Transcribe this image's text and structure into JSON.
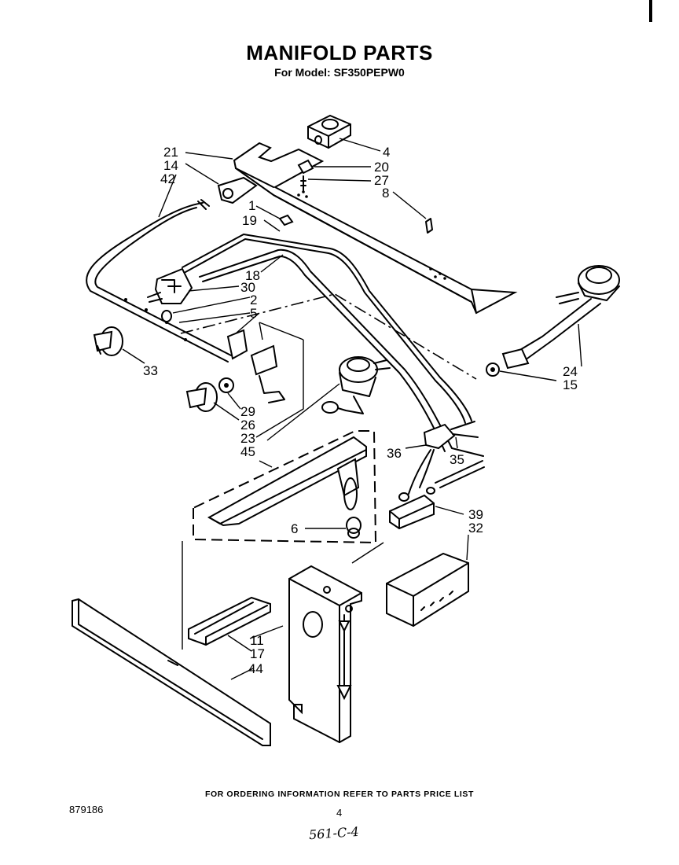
{
  "title": "MANIFOLD PARTS",
  "subtitle": "For Model: SF350PEPW0",
  "callouts": {
    "c21": "21",
    "c14": "14",
    "c42": "42",
    "c4": "4",
    "c20": "20",
    "c27": "27",
    "c8": "8",
    "c1": "1",
    "c19": "19",
    "c18": "18",
    "c30": "30",
    "c2": "2",
    "c5": "5",
    "c33": "33",
    "c24": "24",
    "c15": "15",
    "c29": "29",
    "c26": "26",
    "c23": "23",
    "c45": "45",
    "c36": "36",
    "c35": "35",
    "c6": "6",
    "c39": "39",
    "c32": "32",
    "c11": "11",
    "c17": "17",
    "c44": "44"
  },
  "footer": {
    "ordering_note": "FOR ORDERING INFORMATION REFER TO PARTS PRICE LIST",
    "doc_number": "879186",
    "page_number": "4",
    "handwritten_note": "561-C-4"
  }
}
